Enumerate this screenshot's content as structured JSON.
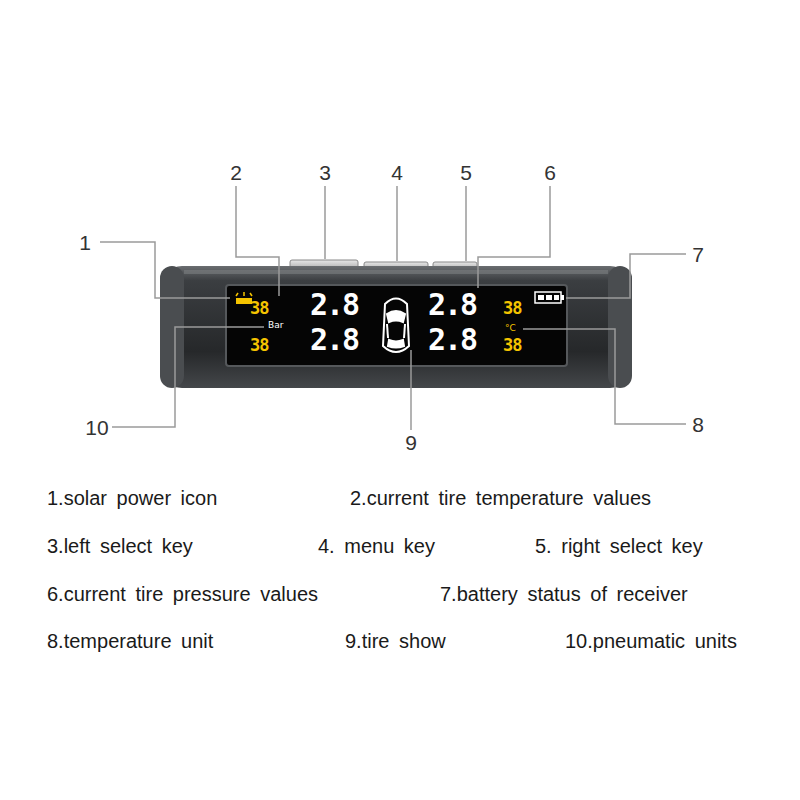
{
  "diagram": {
    "nodes": [
      {
        "text": [
          "38",
          "2.8",
          "2.8",
          "38",
          "Bar",
          "°C",
          "38",
          "2.8",
          "2.8",
          "38"
        ]
      }
    ],
    "labels": [
      "1",
      "2",
      "3",
      "4",
      "5",
      "6",
      "7",
      "8",
      "9",
      "10",
      "1.solar power icon",
      "2.current tire temperature values",
      "3.left select key",
      "4. menu key",
      "5. right select key",
      "6.current tire pressure values",
      "7.battery status of receiver",
      "8.temperature unit",
      "9.tire show",
      "10.pneumatic units"
    ]
  }
}
